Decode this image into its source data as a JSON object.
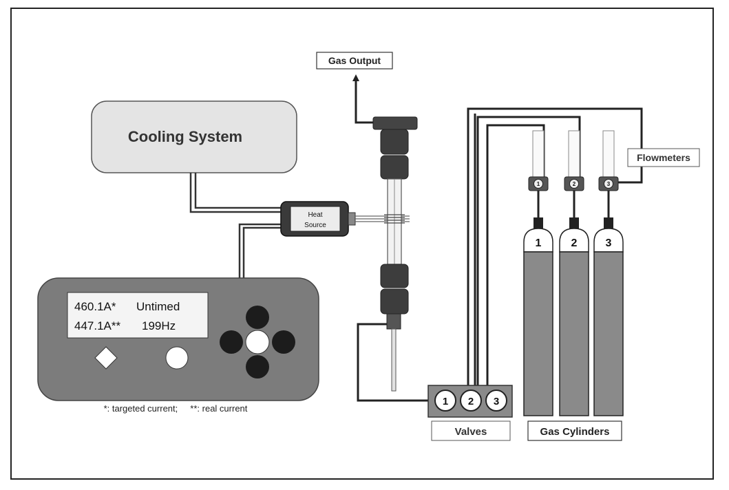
{
  "labels": {
    "cooling_system": "Cooling System",
    "heat_source_line1": "Heat",
    "heat_source_line2": "Source",
    "gas_output": "Gas Output",
    "flowmeters": "Flowmeters",
    "valves": "Valves",
    "gas_cylinders": "Gas Cylinders",
    "footnote": "*: targeted current;     **: real current"
  },
  "controller": {
    "line1_current": "460.1A*",
    "line1_mode": "Untimed",
    "line2_current": "447.1A**",
    "line2_freq": "199Hz"
  },
  "flowmeter_numbers": [
    "1",
    "2",
    "3"
  ],
  "cylinder_numbers": [
    "1",
    "2",
    "3"
  ],
  "valve_numbers": [
    "1",
    "2",
    "3"
  ],
  "colors": {
    "frame": "#222222",
    "line": "#333333",
    "cooling_fill": "#e4e4e4",
    "controller_fill": "#7c7c7c",
    "cylinder_fill": "#8a8a8a",
    "heat_source_fill": "#3a3a3a"
  }
}
